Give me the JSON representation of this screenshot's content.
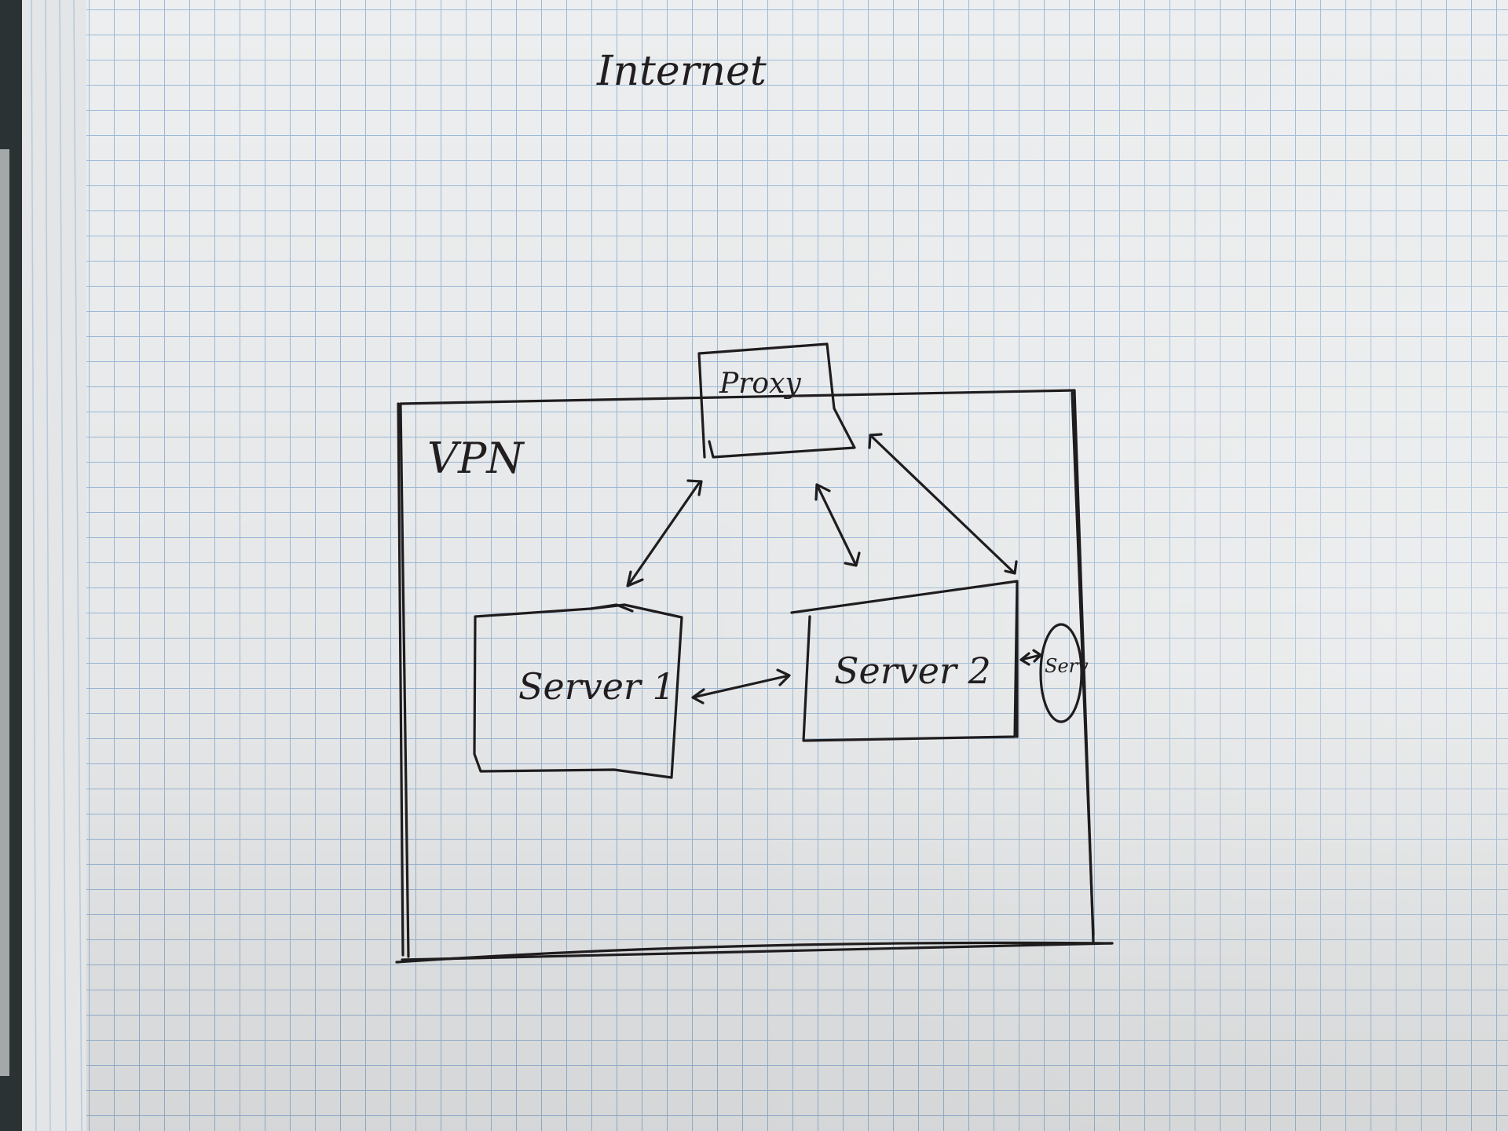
{
  "diagram": {
    "heading": "Internet",
    "vpn_label": "VPN",
    "nodes": [
      {
        "id": "proxy",
        "label": "Proxy"
      },
      {
        "id": "server1",
        "label": "Server 1"
      },
      {
        "id": "server2",
        "label": "Server 2"
      },
      {
        "id": "server3",
        "label": "Serv"
      }
    ],
    "links": [
      {
        "from": "proxy",
        "to": "server1",
        "direction": "both"
      },
      {
        "from": "proxy",
        "to": "server2",
        "direction": "both"
      },
      {
        "from": "proxy",
        "to": "server2",
        "direction": "both"
      },
      {
        "from": "server1",
        "to": "server2",
        "direction": "both"
      },
      {
        "from": "server2",
        "to": "server3",
        "direction": "both"
      }
    ]
  },
  "colors": {
    "ink": "#1f1c1e",
    "paper": "#eceeef",
    "grid": "#9dbad8",
    "binder": "#2a3234"
  }
}
